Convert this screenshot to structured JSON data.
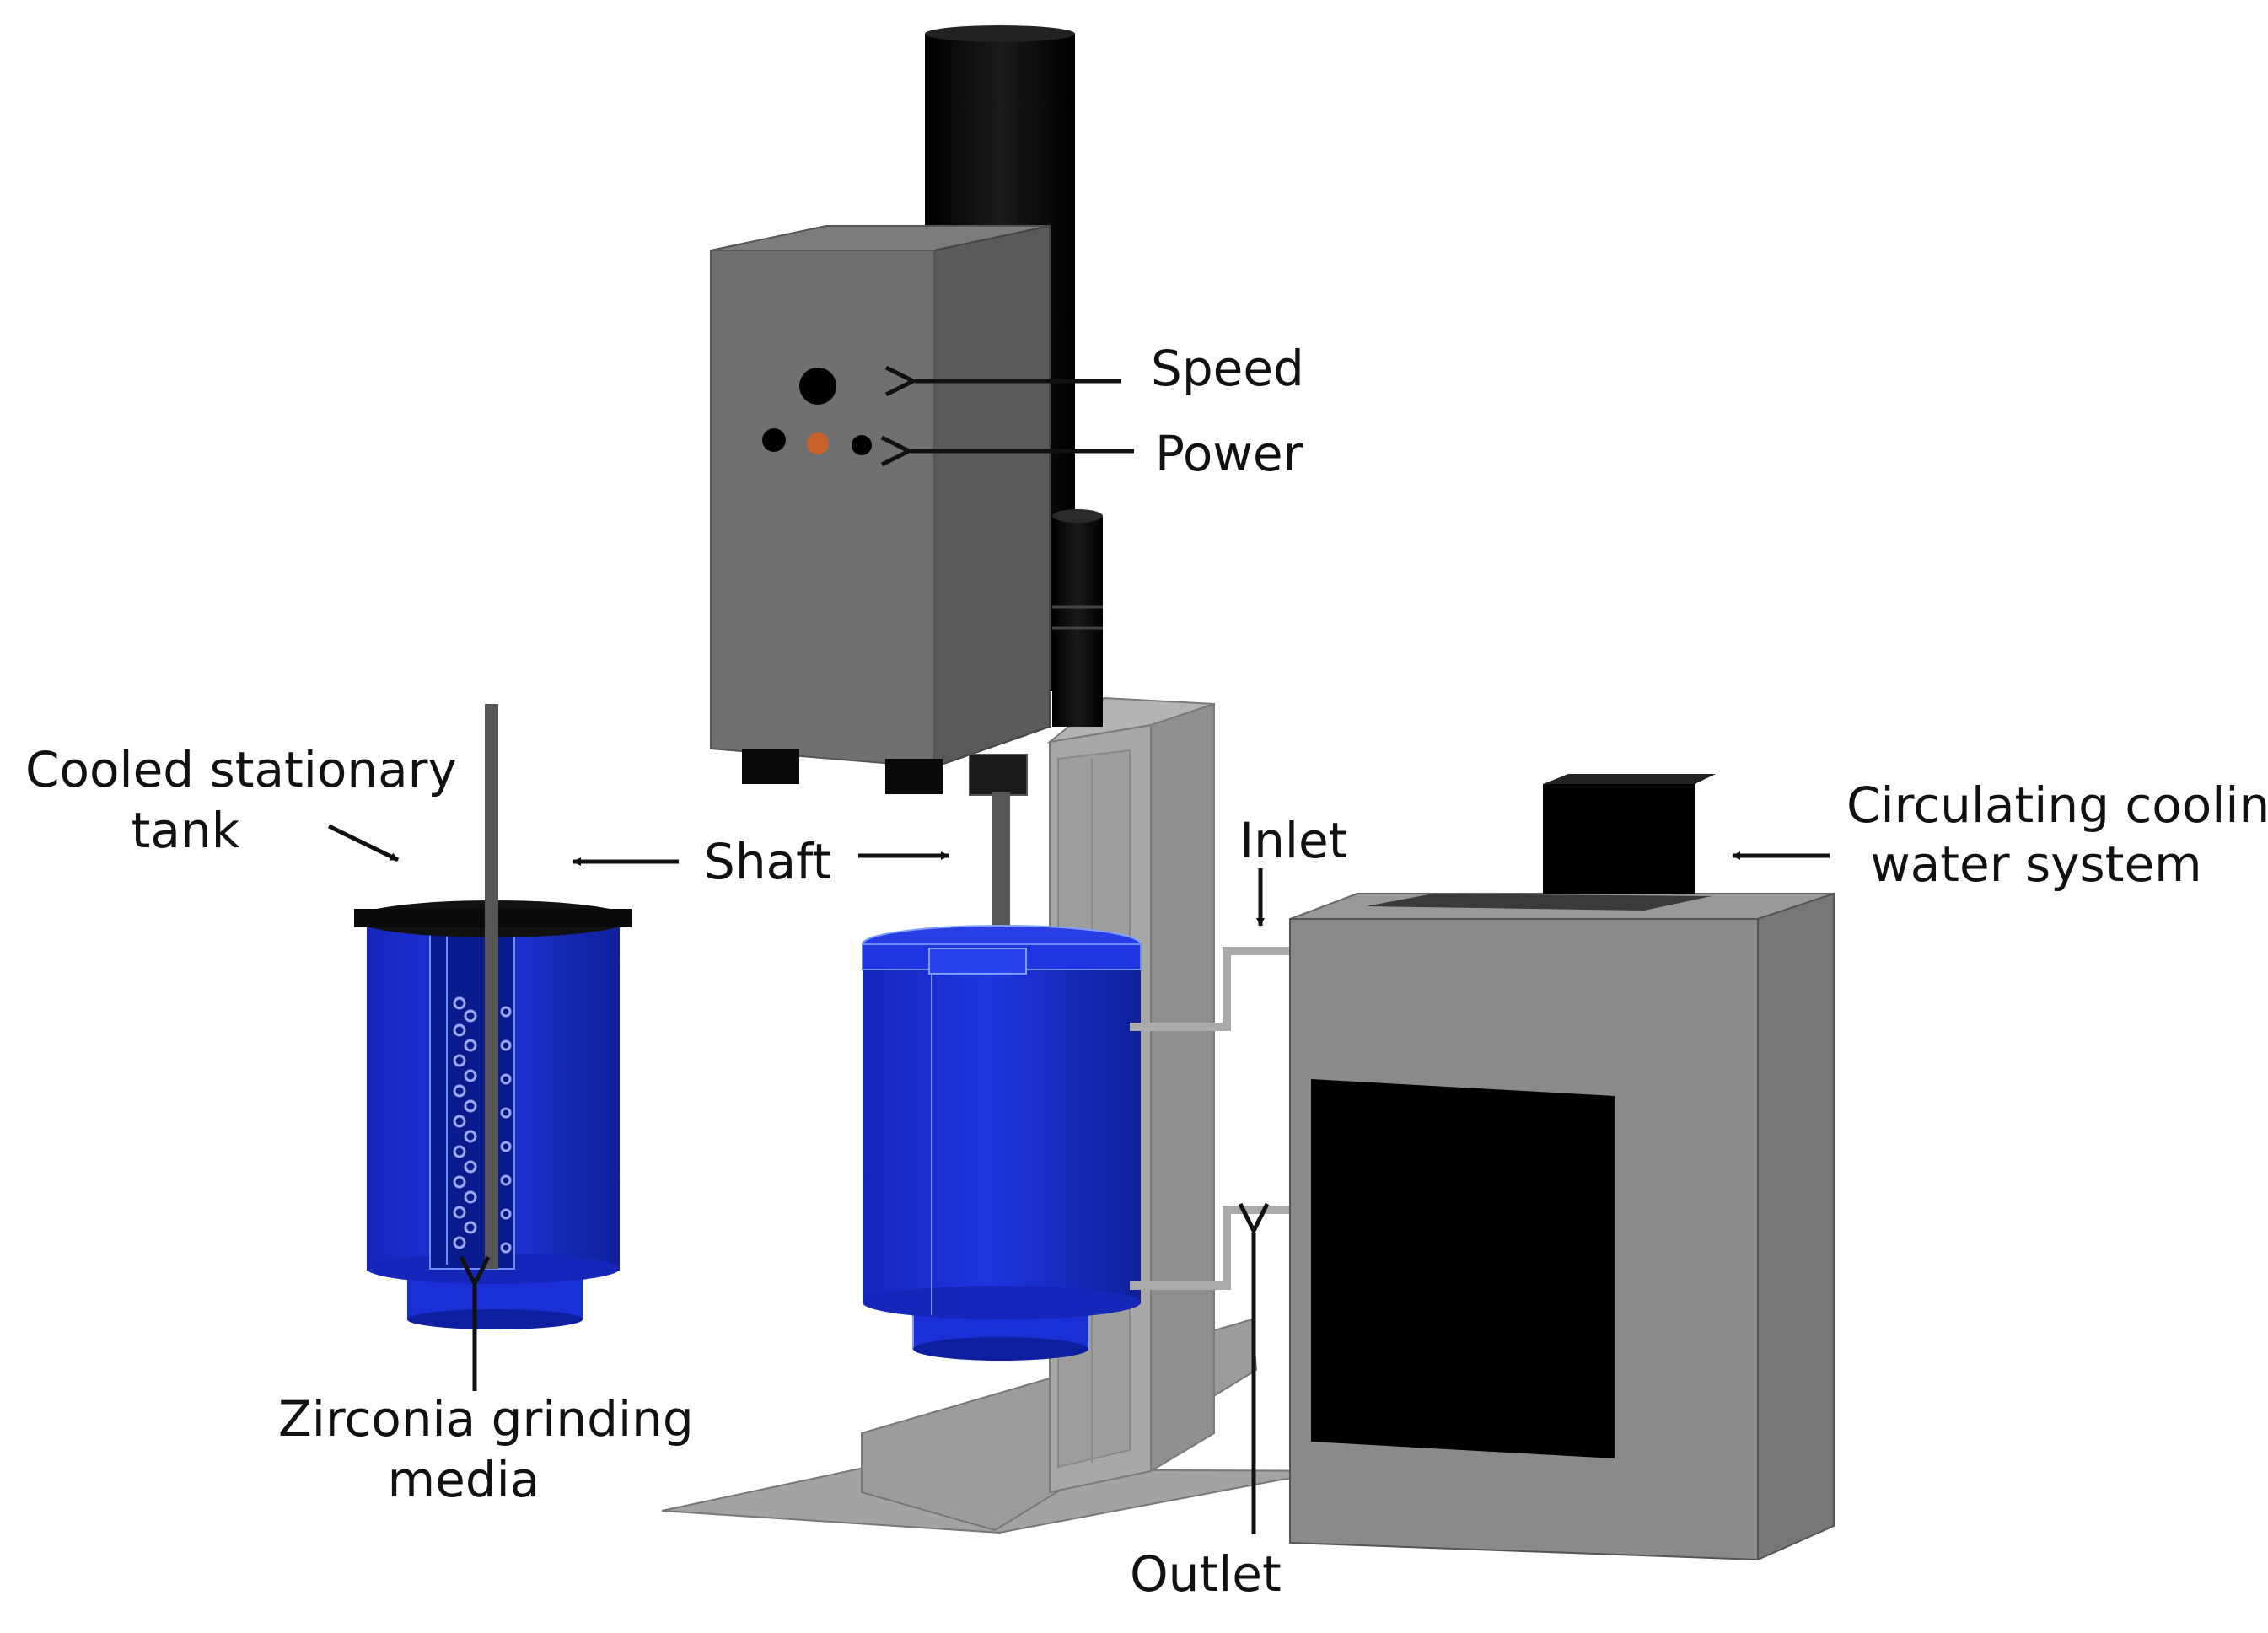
{
  "labels": {
    "speed": "Speed",
    "power": "Power",
    "cooled_tank_line1": "Cooled stationary",
    "cooled_tank_line2": "tank",
    "shaft": "Shaft",
    "inlet": "Inlet",
    "outlet": "Outlet",
    "cooling_system_line1": "Circulating cooling",
    "cooling_system_line2": "water system",
    "grinding_media_line1": "Zirconia grinding",
    "grinding_media_line2": "media"
  },
  "colors": {
    "tank_blue": "#1a2fd6",
    "tank_blue_dark": "#0d1f9e",
    "housing_gray": "#6e6e6e",
    "motor_black": "#0a0a0a",
    "stand_gray": "#9a9a9a",
    "chiller_gray": "#8a8a8a",
    "power_indicator": "#c8622a"
  }
}
